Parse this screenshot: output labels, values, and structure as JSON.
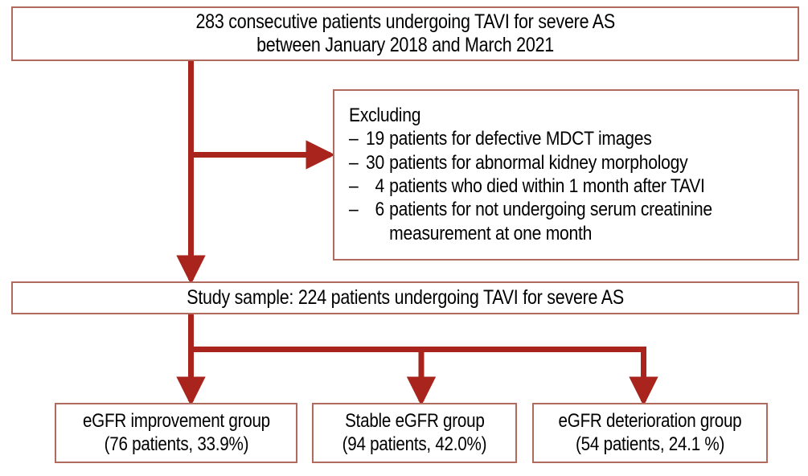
{
  "figure": {
    "type": "flowchart",
    "accent_color": "#a8241d",
    "box_border_color": "#b06a5e",
    "background_color": "#ffffff"
  },
  "nodes": {
    "cohort": {
      "name": "cohort-box",
      "lines": [
        "283 consecutive patients undergoing TAVI for severe AS",
        "between January 2018 and March 2021"
      ]
    },
    "exclusion": {
      "name": "exclusion-box",
      "heading": "Excluding",
      "items": [
        {
          "dash": "–",
          "count": "19",
          "text": "patients for defective MDCT images"
        },
        {
          "dash": "–",
          "count": "30",
          "text": "patients for abnormal kidney morphology"
        },
        {
          "dash": "–",
          "count": "4",
          "text": "patients who died within 1 month after TAVI"
        },
        {
          "dash": "–",
          "count": "6",
          "text": "patients for not undergoing serum creatinine"
        }
      ],
      "continuation": "measurement at one month"
    },
    "study_sample": {
      "name": "study-sample-box",
      "lines": [
        "Study sample: 224 patients undergoing TAVI for severe AS"
      ]
    },
    "groups": [
      {
        "name": "egfr-improvement-group-box",
        "lines": [
          "eGFR improvement group",
          "(76 patients, 33.9%)"
        ],
        "patients": 76,
        "percent": "33.9%"
      },
      {
        "name": "stable-egfr-group-box",
        "lines": [
          "Stable eGFR group",
          "(94 patients, 42.0%)"
        ],
        "patients": 94,
        "percent": "42.0%"
      },
      {
        "name": "egfr-deterioration-group-box",
        "lines": [
          "eGFR deterioration group",
          "(54 patients, 24.1 %)"
        ],
        "patients": 54,
        "percent": "24.1 %"
      }
    ]
  }
}
